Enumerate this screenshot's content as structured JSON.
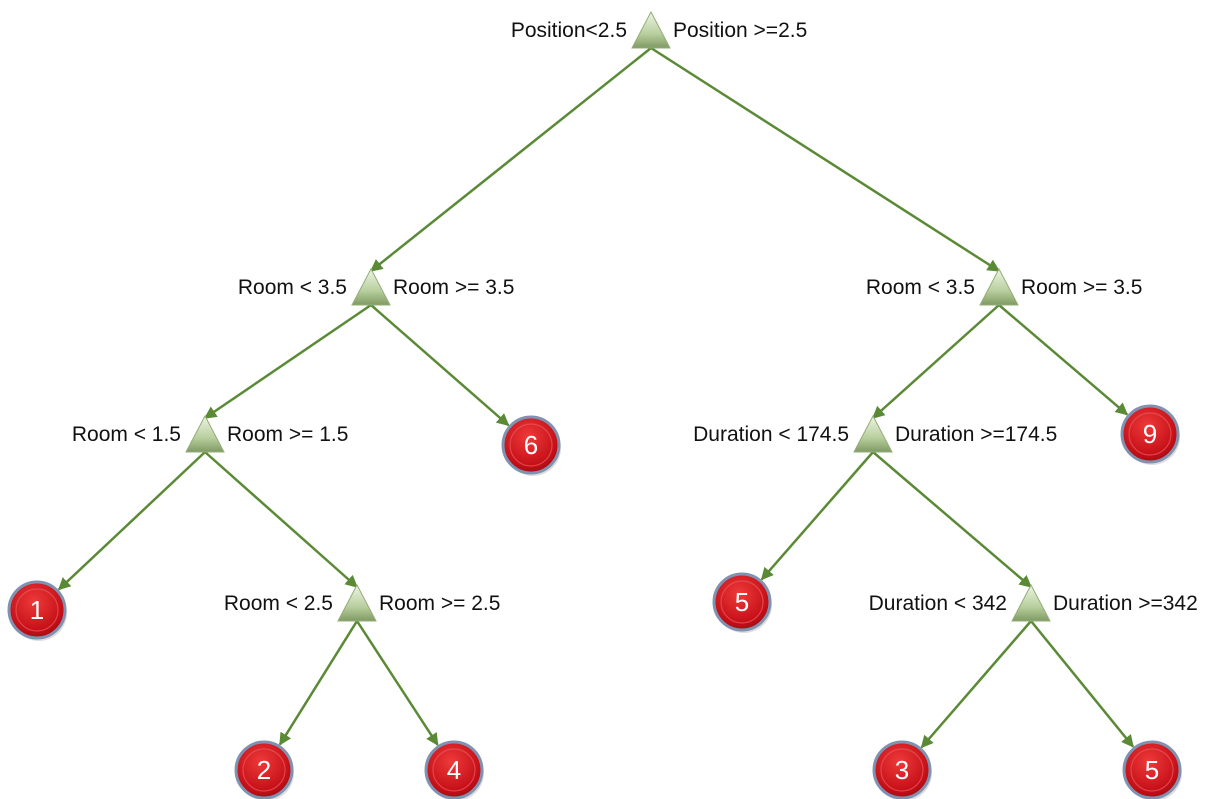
{
  "diagram": {
    "type": "decision-tree",
    "colors": {
      "edge": "#5b8a36",
      "split_node": "#bcd3a4",
      "leaf_fill": "#c8101a",
      "leaf_border": "#7f93b0",
      "leaf_text": "#ffffff",
      "label_text": "#111111"
    },
    "splits": [
      {
        "id": "root",
        "left_label": "Position<2.5",
        "right_label": "Position >=2.5"
      },
      {
        "id": "l",
        "left_label": "Room < 3.5",
        "right_label": "Room >= 3.5"
      },
      {
        "id": "r",
        "left_label": "Room < 3.5",
        "right_label": "Room >= 3.5"
      },
      {
        "id": "ll",
        "left_label": "Room < 1.5",
        "right_label": "Room >= 1.5"
      },
      {
        "id": "rl",
        "left_label": "Duration < 174.5",
        "right_label": "Duration >=174.5"
      },
      {
        "id": "llr",
        "left_label": "Room < 2.5",
        "right_label": "Room >= 2.5"
      },
      {
        "id": "rlr",
        "left_label": "Duration < 342",
        "right_label": "Duration >=342"
      }
    ],
    "leaves": [
      {
        "id": "lr",
        "value": "6"
      },
      {
        "id": "rr",
        "value": "9"
      },
      {
        "id": "lll",
        "value": "1"
      },
      {
        "id": "rll",
        "value": "5"
      },
      {
        "id": "llrl",
        "value": "2"
      },
      {
        "id": "llrr",
        "value": "4"
      },
      {
        "id": "rlrl",
        "value": "3"
      },
      {
        "id": "rlrr",
        "value": "5"
      }
    ]
  }
}
